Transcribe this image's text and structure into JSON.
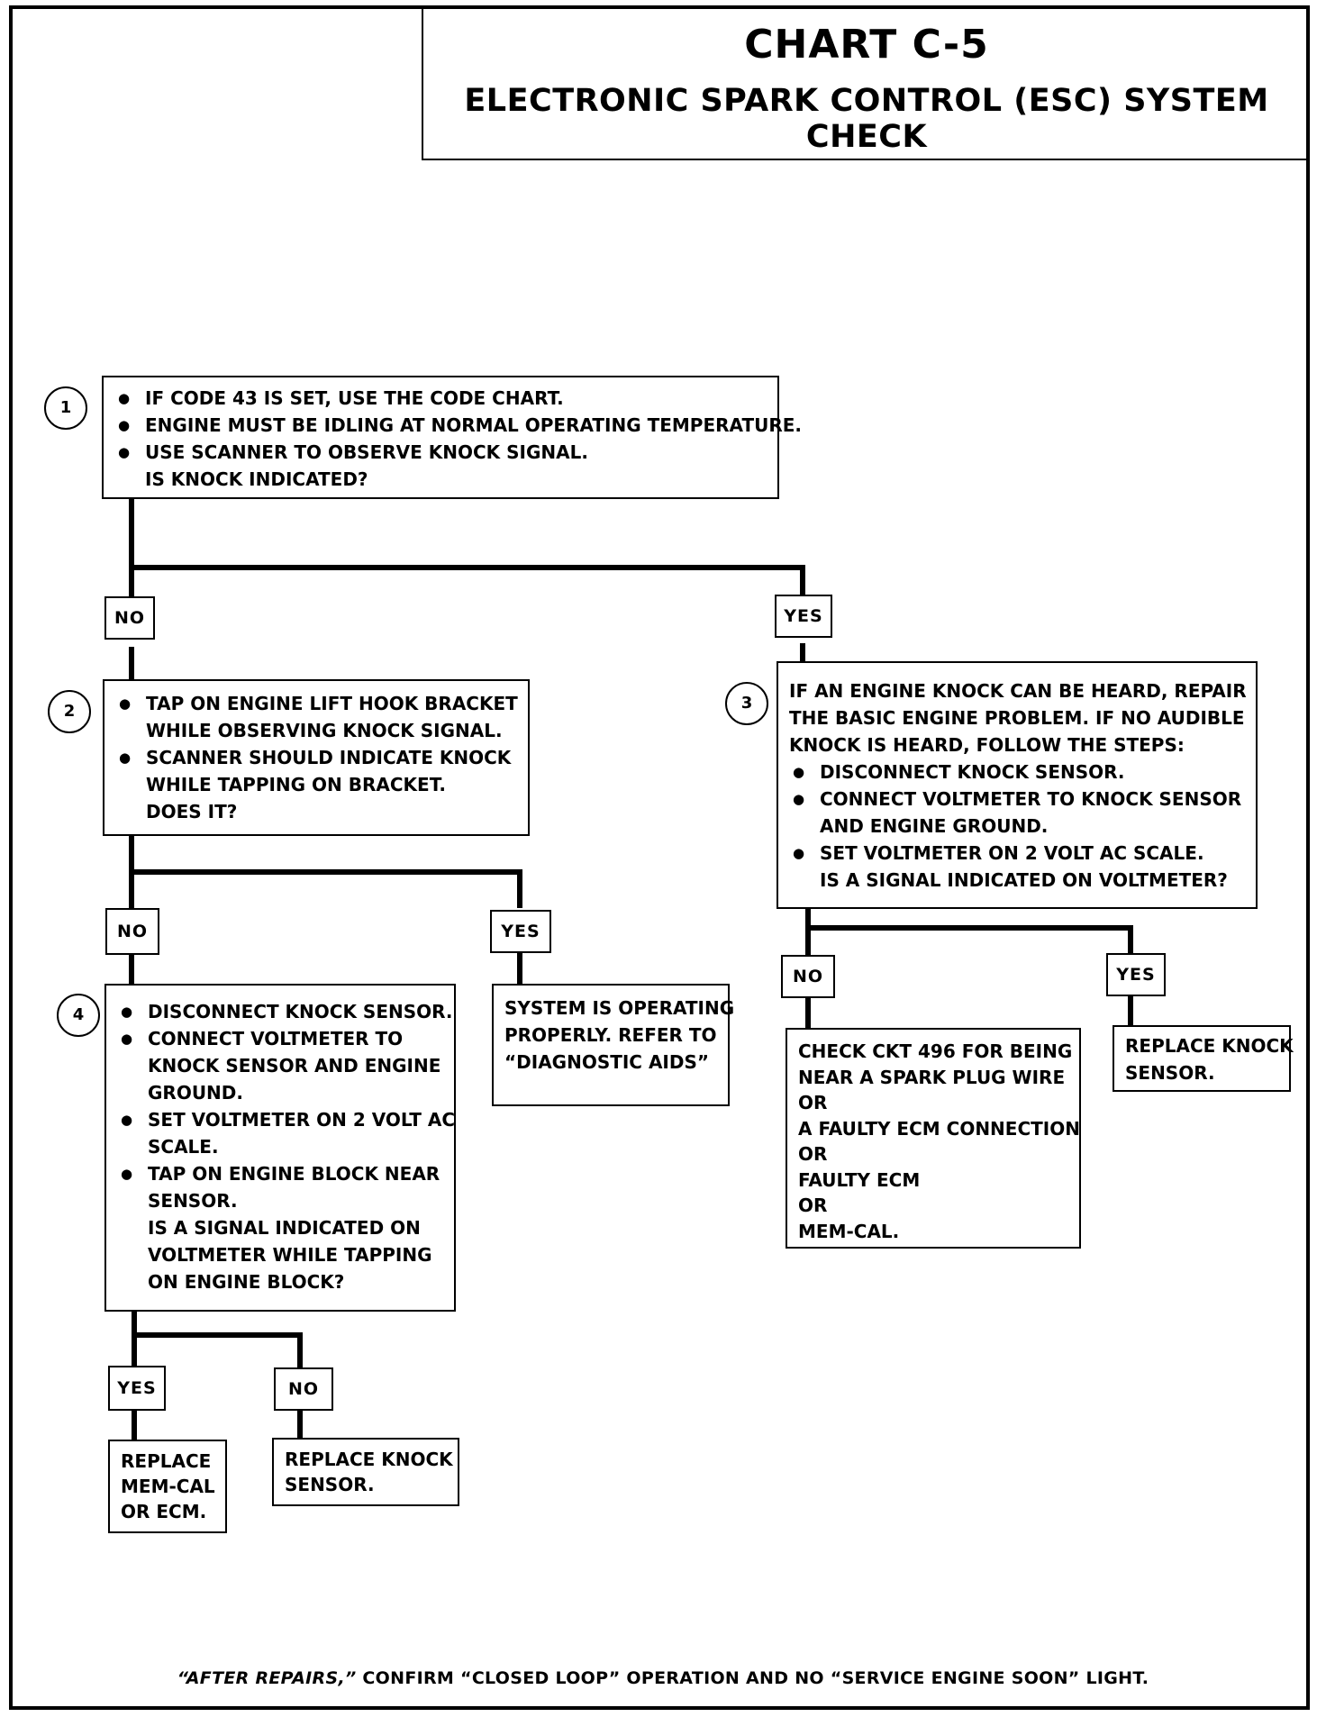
{
  "header": {
    "chart_id": "CHART C-5",
    "title": "ELECTRONIC SPARK CONTROL (ESC) SYSTEM CHECK"
  },
  "steps": {
    "s1": "1",
    "s2": "2",
    "s3": "3",
    "s4": "4"
  },
  "box1": {
    "bullets": [
      "IF CODE 43 IS SET, USE THE CODE CHART.",
      "ENGINE MUST BE IDLING AT NORMAL OPERATING TEMPERATURE.",
      "USE SCANNER  TO OBSERVE KNOCK SIGNAL."
    ],
    "question": "IS KNOCK INDICATED?"
  },
  "box2": {
    "b1l1": "TAP ON ENGINE LIFT HOOK BRACKET",
    "b1l2": "WHILE OBSERVING KNOCK SIGNAL.",
    "b2l1": "SCANNER  SHOULD INDICATE KNOCK",
    "b2l2": "WHILE TAPPING ON BRACKET.",
    "question": "DOES IT?"
  },
  "box3": {
    "intro": [
      "IF AN ENGINE KNOCK CAN BE HEARD, REPAIR",
      "THE BASIC ENGINE PROBLEM.  IF NO AUDIBLE",
      "KNOCK IS HEARD, FOLLOW THE STEPS:"
    ],
    "b1": "DISCONNECT KNOCK SENSOR.",
    "b2l1": "CONNECT VOLTMETER TO KNOCK SENSOR",
    "b2l2": "AND ENGINE GROUND.",
    "b3": "SET VOLTMETER ON 2 VOLT AC SCALE.",
    "question": "IS A SIGNAL INDICATED ON VOLTMETER?"
  },
  "box4": {
    "b1": "DISCONNECT KNOCK SENSOR.",
    "b2": [
      "CONNECT VOLTMETER TO",
      "KNOCK SENSOR AND ENGINE",
      "GROUND."
    ],
    "b3": [
      "SET VOLTMETER ON 2 VOLT AC",
      "SCALE."
    ],
    "b4": [
      "TAP ON ENGINE BLOCK NEAR",
      "SENSOR."
    ],
    "question": [
      "IS A SIGNAL INDICATED ON",
      "VOLTMETER WHILE TAPPING",
      "ON ENGINE BLOCK?"
    ]
  },
  "results": {
    "system_ok": [
      "SYSTEM IS OPERATING",
      "PROPERLY.  REFER TO",
      "“DIAGNOSTIC AIDS”"
    ],
    "check_ckt": [
      "CHECK CKT 496 FOR BEING",
      "NEAR A SPARK PLUG WIRE",
      "OR",
      "A FAULTY ECM CONNECTION",
      "OR",
      "FAULTY ECM",
      "OR",
      "MEM-CAL."
    ],
    "replace_sensor_right": [
      "REPLACE KNOCK",
      "SENSOR."
    ],
    "replace_memcal": [
      "REPLACE",
      "MEM-CAL",
      "OR ECM."
    ],
    "replace_sensor_left": [
      "REPLACE KNOCK",
      "SENSOR."
    ]
  },
  "labels": {
    "no1": "NO",
    "yes1": "YES",
    "no2": "NO",
    "yes2": "YES",
    "no3": "NO",
    "yes3": "YES",
    "yes4": "YES",
    "no4": "NO"
  },
  "footer": {
    "part1": "“AFTER REPAIRS,”",
    "part2": " CONFIRM “CLOSED LOOP” OPERATION AND NO “SERVICE ENGINE SOON” LIGHT."
  }
}
